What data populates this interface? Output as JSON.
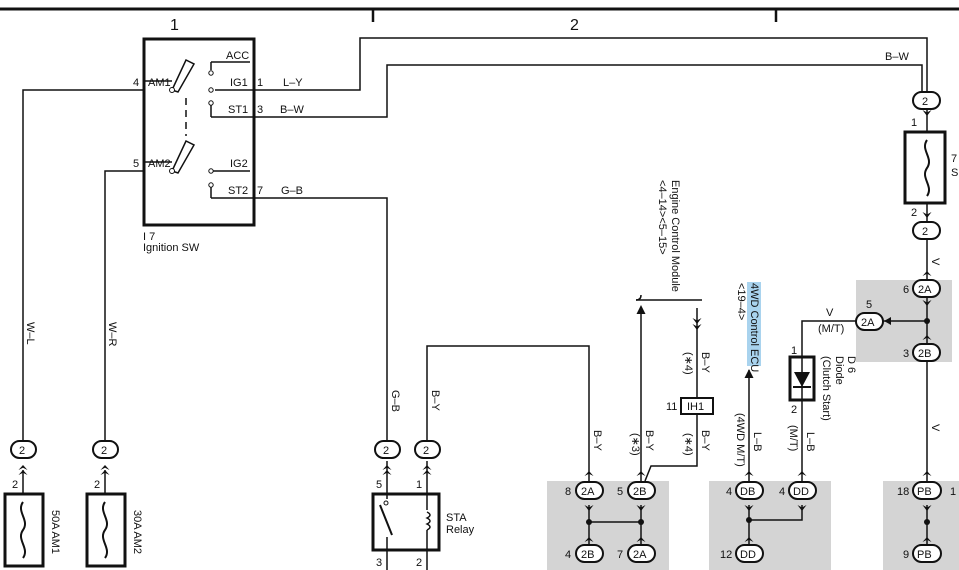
{
  "sections": {
    "s1": "1",
    "s2": "2"
  },
  "switch": {
    "ref": "I 7",
    "name": "Ignition SW",
    "acc": "ACC",
    "ig1": "IG1",
    "st1": "ST1",
    "ig2": "IG2",
    "st2": "ST2",
    "am1": "AM1",
    "am2": "AM2",
    "pin_am1": "4",
    "pin_am2": "5",
    "pin_ig1": "1",
    "pin_st1": "3",
    "pin_st2": "7"
  },
  "wires": {
    "ly": "L–Y",
    "bw": "B–W",
    "bw_top": "B–W",
    "gb": "G–B",
    "gb_v": "G–B",
    "by_v": "B–Y",
    "wl": "W–L",
    "wr": "W–R",
    "by_2a": "B–Y",
    "by_2b": "B–Y",
    "by_ih": "B–Y",
    "by_top": "B–Y",
    "lb_db": "L–B",
    "lb_dd": "L–B",
    "v_mt": "V",
    "v_right1": "V",
    "v_right2": "V"
  },
  "notes": {
    "n3": "(∗3)",
    "n4a": "(∗4)",
    "n4b": "(∗4)",
    "wd_mt": "(4WD M/T)",
    "mt_dd": "(M/T)",
    "mt_2a": "(M/T)"
  },
  "connectors": {
    "c2": "2",
    "c2a": "2A",
    "c2b": "2B",
    "cdb": "DB",
    "cdd": "DD",
    "cpb": "PB"
  },
  "pins": {
    "p2": "2",
    "p1": "1",
    "p3": "3",
    "p4": "4",
    "p5": "5",
    "p6": "6",
    "p7": "7",
    "p8": "8",
    "p9": "9",
    "p11": "11",
    "p12": "12",
    "p18": "18"
  },
  "ecm": {
    "line1": "Engine Control Module",
    "line2": "<4–14><5–15>"
  },
  "ecu": {
    "line1": "4WD Control ECU",
    "line2": "<19–4>"
  },
  "diode": {
    "ref": "D 6",
    "name": "Diode",
    "sub": "(Clutch Start)"
  },
  "ih1": "IH1",
  "fuses": {
    "am1": "50A AM1",
    "am2": "30A AM2",
    "right_ref": "7",
    "right_sub": "S"
  },
  "relay": {
    "name1": "STA",
    "name2": "Relay"
  }
}
